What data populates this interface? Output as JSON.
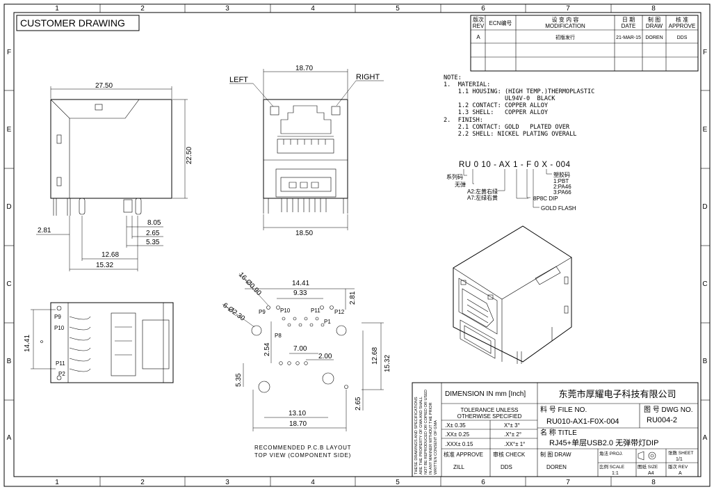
{
  "grid": {
    "columns": [
      "1",
      "2",
      "3",
      "4",
      "5",
      "6",
      "7",
      "8"
    ],
    "rows": [
      "F",
      "E",
      "D",
      "C",
      "B",
      "A"
    ]
  },
  "title_box": "CUSTOMER DRAWING",
  "revision_table": {
    "headers": [
      {
        "cn": "版次",
        "en": "REV"
      },
      {
        "cn": "ECN编号",
        "en": ""
      },
      {
        "cn": "设 变 内 容",
        "en": "MODIFICATION"
      },
      {
        "cn": "日 期",
        "en": "DATE"
      },
      {
        "cn": "制 图",
        "en": "DRAW"
      },
      {
        "cn": "核 准",
        "en": "APPROVE"
      }
    ],
    "rows": [
      {
        "rev": "A",
        "ecn": "",
        "modification": "初版发行",
        "date": "21-MAR-15",
        "draw": "DOREN",
        "approve": "DDS"
      }
    ]
  },
  "notes": [
    "NOTE:",
    "1.  MATERIAL:",
    "    1.1 HOUSING: (HIGH TEMP.)THERMOPLASTIC",
    "                 UL94V-0  BLACK",
    "    1.2 CONTACT: COPPER ALLOY",
    "    1.3 SHELL:   COPPER ALLOY",
    "2.  FINISH:",
    "    2.1 CONTACT: GOLD   PLATED OVER",
    "    2.2 SHELL: NICKEL PLATING OVERALL"
  ],
  "part_code": {
    "code": "RU 0 10 - AX 1 - F 0 X - 004",
    "labels": {
      "series": "系列码",
      "no_spring": "无弹",
      "led_a2": "A2:左黄右绿",
      "led_a7": "A7:左绿右黄",
      "contacts": "8P8C DIP",
      "gold_flash": "GOLD FLASH",
      "plastic_title": "塑胶码",
      "plastic_1": "1:PBT",
      "plastic_2": "2:PA46",
      "plastic_3": "3:PA66"
    }
  },
  "side_view_dims": {
    "width": "27.50",
    "height": "22.50",
    "d1": "8.05",
    "d2": "2.65",
    "d3": "5.35",
    "d4": "2.81",
    "d5": "12.68",
    "d6": "15.32"
  },
  "front_view_dims": {
    "top": "18.70",
    "bottom": "18.50",
    "left": "LEFT",
    "right": "RIGHT"
  },
  "bottom_view": {
    "dim": "14.41",
    "pins": [
      "P9",
      "P10",
      "P11",
      "P2"
    ]
  },
  "pcb_layout": {
    "dims": {
      "d14": "14.41",
      "d9": "9.33",
      "d281": "2.81",
      "d7": "7.00",
      "d2": "2.00",
      "d254": "2.54",
      "d1268": "12.68",
      "d1532": "15.32",
      "d535": "5.35",
      "d265": "2.65",
      "d1310": "13.10",
      "d1870": "18.70"
    },
    "hole_labels": {
      "big": "16-Ø0.90",
      "small": "6-Ø2.30"
    },
    "pin_labels": [
      "P9",
      "P10",
      "P11",
      "P12",
      "P1",
      "P8"
    ],
    "caption1": "RECOMMENDED P.C.B LAYOUT",
    "caption2": "TOP VIEW (COMPONENT SIDE)"
  },
  "title_block": {
    "confidential": [
      "THESE DRAWINGS AND SPECIFICATIONS",
      "ARE THE PROPERTY OF GMA AND SHALL",
      "NOT BE REPRODUCED OR COPIED OR USED",
      "IN ANY MANNER WITHOUT THE PRIOR",
      "WRITTEN CONSENT OF GMA"
    ],
    "dimension": "DIMENSION IN mm [Inch]",
    "company": "东莞市厚耀电子科技有限公司",
    "tolerance_title": "TOLERANCE UNLESS OTHERWISE SPECIFIED",
    "tolerances": [
      {
        "lin": ".X± 0.35",
        "ang": "X°± 3°"
      },
      {
        "lin": ".XX± 0.25",
        "ang": ".X°± 2°"
      },
      {
        "lin": ".XXX± 0.15",
        "ang": ".XX°± 1°"
      }
    ],
    "file_label": "料 号 FILE NO.",
    "file_no": "RU010-AX1-F0X-004",
    "dwg_label": "图 号 DWG NO.",
    "dwg_no": "RU004-2",
    "title_label": "名 称 TITLE",
    "title": "RJ45+单层USB2.0 无弹带灯DIP",
    "approve_label": "核准 APPROVE",
    "approve": "ZILL",
    "check_label": "审核 CHECK",
    "check": "DDS",
    "draw_label": "制 图 DRAW",
    "draw": "DOREN",
    "proj_label": "角法 PROJ.",
    "sheet_label": "张数 SHEET",
    "sheet": "1/1",
    "scale_label": "比例 SCALE",
    "scale": "1:1",
    "size_label": "图纸 SIZE",
    "size": "A4",
    "rev_label": "版次 REV",
    "rev": "A"
  }
}
